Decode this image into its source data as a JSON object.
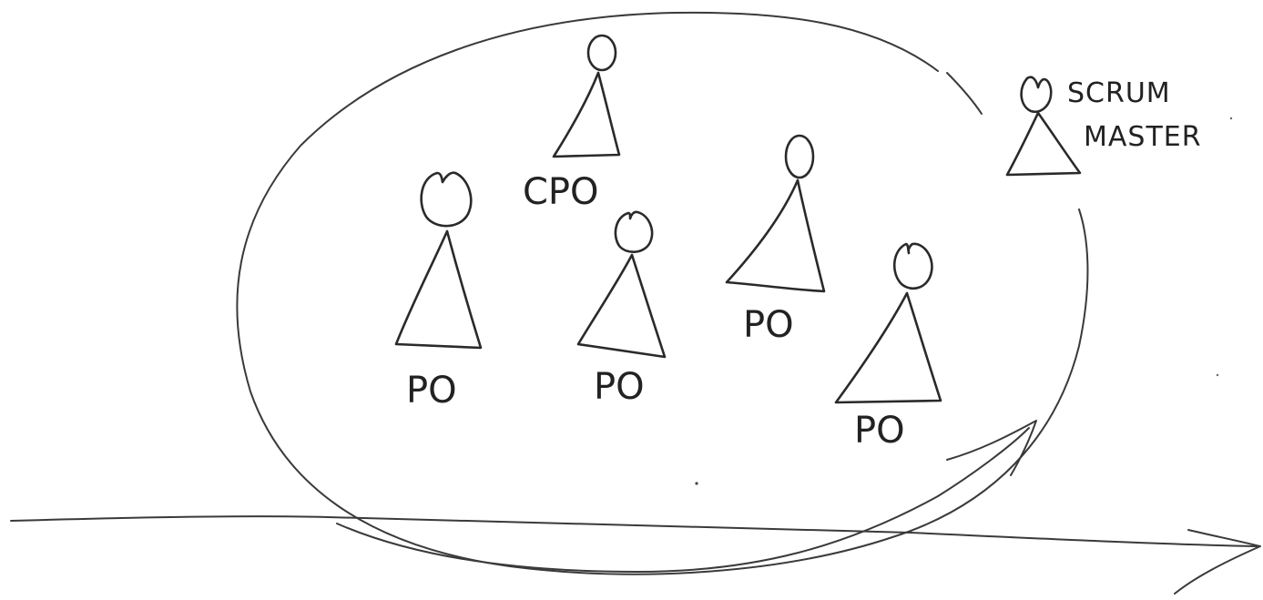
{
  "diagram": {
    "labels": {
      "cpo": "CPO",
      "po_1": "PO",
      "po_2": "PO",
      "po_3": "PO",
      "po_4": "PO",
      "scrum_master_line1": "SCRUM",
      "scrum_master_line2": "MASTER"
    },
    "ink_color": "#2a2a2a",
    "background_color": "#ffffff"
  }
}
